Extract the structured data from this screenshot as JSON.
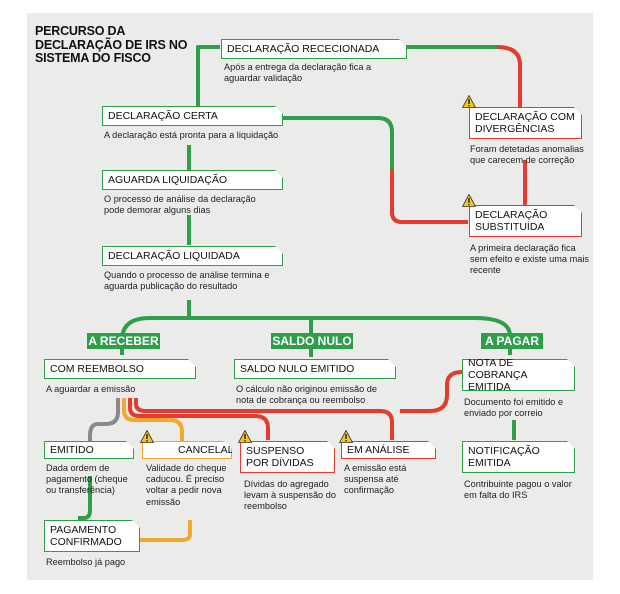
{
  "title": "PERCURSO DA DECLARAÇÃO DE IRS NO SISTEMA DO FISCO",
  "colors": {
    "green": "#2e9e49",
    "red": "#e33b2e",
    "gray": "#8a8a8a",
    "orange": "#f0a830",
    "panel": "#ebebe9",
    "warning": "#f5c518"
  },
  "nodes": {
    "rececionada": {
      "label": "DECLARAÇÃO RECECIONADA",
      "desc": "Após a entrega da declaração fica a aguardar validação"
    },
    "certa": {
      "label": "DECLARAÇÃO CERTA",
      "desc": "A declaração está pronta para a liquidação"
    },
    "divergencias": {
      "label": "DECLARAÇÃO COM DIVERGÊNCIAS",
      "desc": "Foram detetadas anomalias que carecem de correção"
    },
    "aguarda": {
      "label": "AGUARDA LIQUIDAÇÃO",
      "desc": "O processo de análise da declaração pode demorar alguns dias"
    },
    "substituida": {
      "label": "DECLARAÇÃO SUBSTITUÍDA",
      "desc": "A primeira declaração fica sem efeito e existe uma mais recente"
    },
    "liquidada": {
      "label": "DECLARAÇÃO LIQUIDADA",
      "desc": "Quando o processo de análise termina e aguarda publicação do resultado"
    },
    "reembolso": {
      "label": "COM REEMBOLSO",
      "desc": "A aguardar a emissão"
    },
    "saldo_emitido": {
      "label": "SALDO NULO EMITIDO",
      "desc": "O cálculo não originou emissão de nota de cobrança ou reembolso"
    },
    "nota": {
      "label": "NOTA DE COBRANÇA EMITIDA",
      "desc": "Documento foi emitido e enviado por correio"
    },
    "emitido": {
      "label": "EMITIDO",
      "desc": "Dada ordem de pagamento (cheque ou transferência)"
    },
    "cancelado": {
      "label": "CANCELADO",
      "desc": "Validade do cheque caducou. É preciso voltar a pedir nova emissão"
    },
    "suspenso": {
      "label": "SUSPENSO POR DÍVIDAS",
      "desc": "Dívidas do agregado levam à suspensão do reembolso"
    },
    "analise": {
      "label": "EM ANÁLISE",
      "desc": "A emissão está suspensa até confirmação"
    },
    "notificacao": {
      "label": "NOTIFICAÇÃO EMITIDA",
      "desc": "Contribuinte pagou o valor em falta do IRS"
    },
    "pagamento": {
      "label": "PAGAMENTO CONFIRMADO",
      "desc": "Reembolso já pago"
    }
  },
  "headers": {
    "receber": "A RECEBER",
    "saldo": "SALDO NULO",
    "pagar": "A PAGAR"
  }
}
